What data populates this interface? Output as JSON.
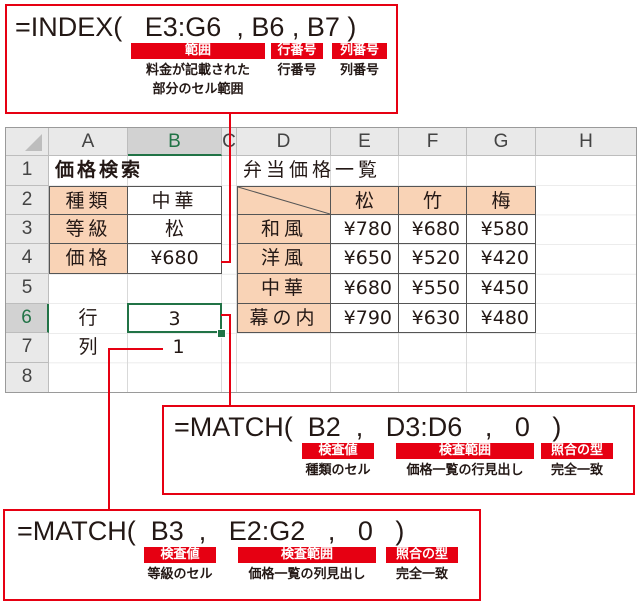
{
  "index_formula": {
    "text": "=INDEX(   E3:G6  , B6 , B7 )",
    "args": [
      {
        "tag": "範囲",
        "desc_line1": "料金が記載された",
        "desc_line2": "部分のセル範囲"
      },
      {
        "tag": "行番号",
        "desc_line1": "行番号"
      },
      {
        "tag": "列番号",
        "desc_line1": "列番号"
      }
    ]
  },
  "match_row_formula": {
    "text": "=MATCH(  B2  ,   D3:D6   ,   0   )",
    "args": [
      {
        "tag": "検査値",
        "desc": "種類のセル"
      },
      {
        "tag": "検査範囲",
        "desc": "価格一覧の行見出し"
      },
      {
        "tag": "照合の型",
        "desc": "完全一致"
      }
    ]
  },
  "match_col_formula": {
    "text": "=MATCH(  B3  ,   E2:G2   ,   0   )",
    "args": [
      {
        "tag": "検査値",
        "desc": "等級のセル"
      },
      {
        "tag": "検査範囲",
        "desc": "価格一覧の列見出し"
      },
      {
        "tag": "照合の型",
        "desc": "完全一致"
      }
    ]
  },
  "sheet": {
    "columns": [
      "A",
      "B",
      "C",
      "D",
      "E",
      "F",
      "G",
      "H"
    ],
    "rows": [
      "1",
      "2",
      "3",
      "4",
      "5",
      "6",
      "7",
      "8"
    ],
    "selected_cell": "B6",
    "lookup": {
      "title": "価格検索",
      "labels": [
        "種類",
        "等級",
        "価格"
      ],
      "values": [
        "中華",
        "松",
        "¥680"
      ],
      "row_label": "行",
      "row_value": "3",
      "col_label": "列",
      "col_value": "1"
    },
    "price_table": {
      "title": "弁当価格一覧",
      "col_headers": [
        "松",
        "竹",
        "梅"
      ],
      "row_headers": [
        "和風",
        "洋風",
        "中華",
        "幕の内"
      ],
      "values": [
        [
          "¥780",
          "¥680",
          "¥580"
        ],
        [
          "¥650",
          "¥520",
          "¥420"
        ],
        [
          "¥680",
          "¥550",
          "¥450"
        ],
        [
          "¥790",
          "¥630",
          "¥480"
        ]
      ]
    }
  },
  "colors": {
    "accent_red": "#e60012",
    "header_fill": "#f9d3b6",
    "selection_green": "#217346"
  }
}
